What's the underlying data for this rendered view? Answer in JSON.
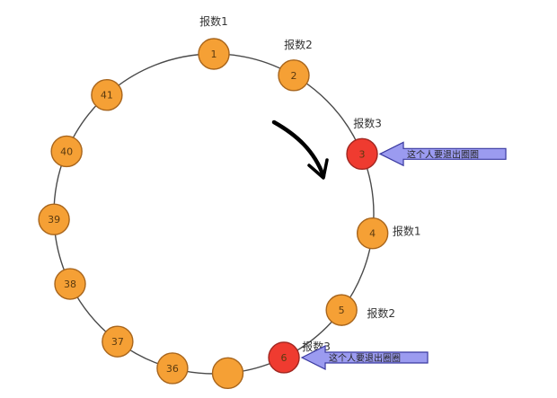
{
  "colors": {
    "ring": "#4a4a4a",
    "node_fill": "#f5a035",
    "node_stroke": "#a8651c",
    "eliminated_fill": "#ef3b30",
    "eliminated_stroke": "#a02620",
    "callout_fill": "#9b9bf0",
    "callout_stroke": "#3a3aa0"
  },
  "nodes": [
    {
      "id": "n1",
      "label": "1",
      "angle": -90,
      "eliminated": false,
      "call": "报数1"
    },
    {
      "id": "n2",
      "label": "2",
      "angle": -60,
      "eliminated": false,
      "call": "报数2"
    },
    {
      "id": "n3",
      "label": "3",
      "angle": -22,
      "eliminated": true,
      "call": "报数3"
    },
    {
      "id": "n4",
      "label": "4",
      "angle": 7,
      "eliminated": false,
      "call": "报数1"
    },
    {
      "id": "n5",
      "label": "5",
      "angle": 37,
      "eliminated": false,
      "call": "报数2"
    },
    {
      "id": "n6",
      "label": "6",
      "angle": 64,
      "eliminated": true,
      "call": "报数3"
    },
    {
      "id": "nb",
      "label": "",
      "angle": 85,
      "eliminated": false,
      "call": ""
    },
    {
      "id": "n36",
      "label": "36",
      "angle": 105,
      "eliminated": false,
      "call": ""
    },
    {
      "id": "n37",
      "label": "37",
      "angle": 127,
      "eliminated": false,
      "call": ""
    },
    {
      "id": "n38",
      "label": "38",
      "angle": 154,
      "eliminated": false,
      "call": ""
    },
    {
      "id": "n39",
      "label": "39",
      "angle": 178,
      "eliminated": false,
      "call": ""
    },
    {
      "id": "n40",
      "label": "40",
      "angle": 203,
      "eliminated": false,
      "call": ""
    },
    {
      "id": "n41",
      "label": "41",
      "angle": 228,
      "eliminated": false,
      "call": ""
    }
  ],
  "callouts": [
    {
      "target": "n3",
      "text": "这个人要退出圈圈"
    },
    {
      "target": "n6",
      "text": "这个人要退出圈圈"
    }
  ]
}
